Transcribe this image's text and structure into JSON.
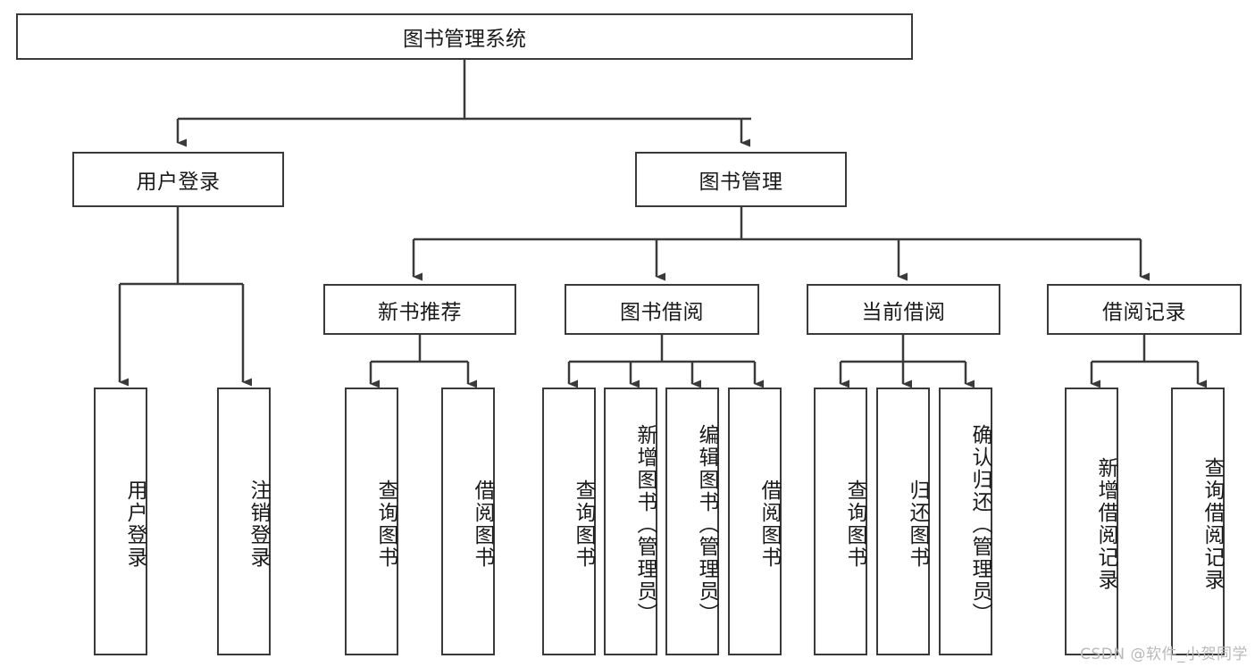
{
  "diagram": {
    "title": "图书管理系统",
    "type": "hierarchy-tree",
    "watermark": "CSDN @软件_小贺同学",
    "colors": {
      "stroke": "#3a3a3a",
      "background": "#ffffff",
      "text": "#1a1a1a",
      "watermark": "#b9b9b9"
    },
    "root": {
      "label": "图书管理系统"
    },
    "level2": [
      {
        "label": "用户登录"
      },
      {
        "label": "图书管理"
      }
    ],
    "level3": [
      {
        "label": "新书推荐"
      },
      {
        "label": "图书借阅"
      },
      {
        "label": "当前借阅"
      },
      {
        "label": "借阅记录"
      }
    ],
    "leaves": {
      "user_login": [
        {
          "label": "用户登录"
        },
        {
          "label": "注销登录"
        }
      ],
      "new_book_recommend": [
        {
          "label": "查询图书"
        },
        {
          "label": "借阅图书"
        }
      ],
      "book_borrow": [
        {
          "label": "查询图书"
        },
        {
          "label": "新增图书（管理员）"
        },
        {
          "label": "编辑图书（管理员）"
        },
        {
          "label": "借阅图书"
        }
      ],
      "current_borrow": [
        {
          "label": "查询图书"
        },
        {
          "label": "归还图书"
        },
        {
          "label": "确认归还（管理员）"
        }
      ],
      "borrow_record": [
        {
          "label": "新增借阅记录"
        },
        {
          "label": "查询借阅记录"
        }
      ]
    }
  }
}
